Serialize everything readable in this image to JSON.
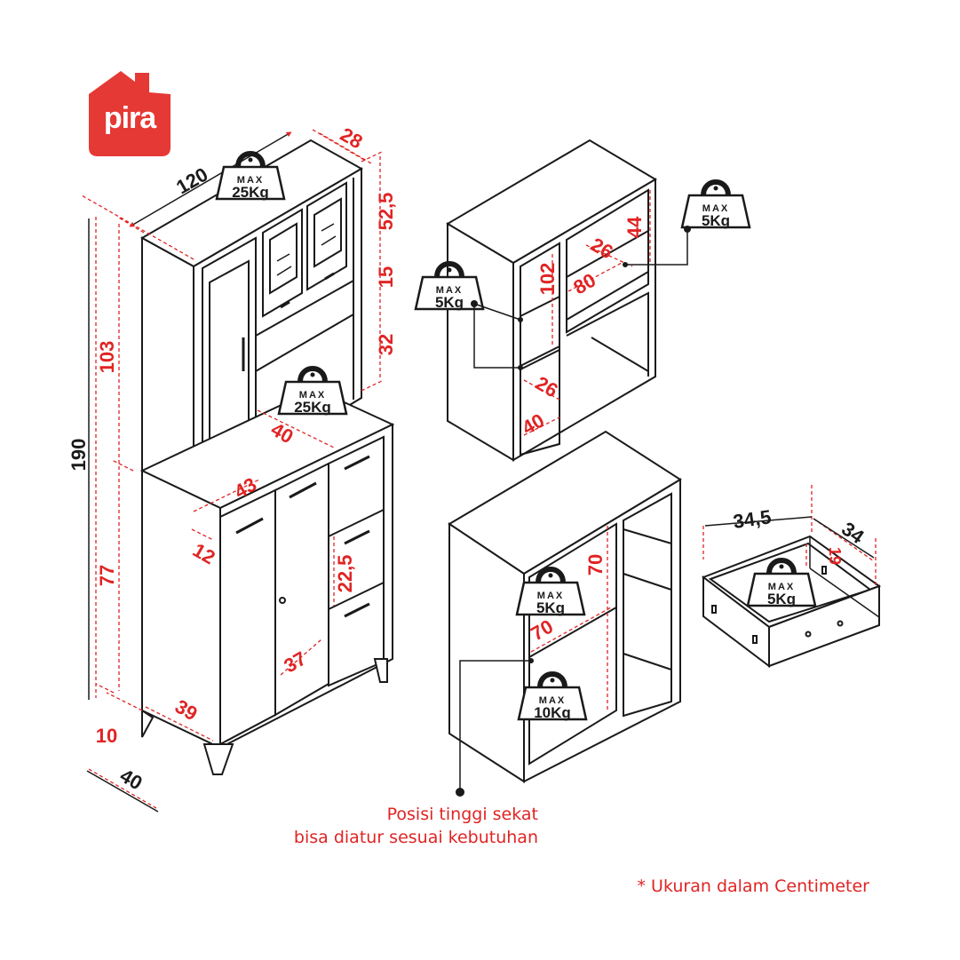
{
  "brand": {
    "name": "pira",
    "color": "#e53935"
  },
  "colors": {
    "accent": "#e02424",
    "line": "#1a1a1a"
  },
  "icons": {
    "weight": "weight-icon",
    "logo": "house-logo-icon"
  },
  "weights": {
    "max_label": "MAX",
    "top_cabinet": "25Kg",
    "middle_shelf": "25Kg",
    "upper_shelf_left": "5Kg",
    "upper_shelf_right": "5Kg",
    "lower_shelf": "5Kg",
    "lower_bottom": "10Kg",
    "drawer": "5Kg"
  },
  "dimensions": {
    "width_total": "120",
    "top_depth": "28",
    "top_height": "52,5",
    "gap_height": "15",
    "shelf_height": "32",
    "upper_height": "103",
    "total_height": "190",
    "lower_height": "77",
    "leg_height": "10",
    "base_depth": "40",
    "counter_width": "40",
    "counter_depth": "43",
    "front_depth": "12",
    "drawer_height": "22,5",
    "door_width": "37",
    "side_width": "39",
    "upper_compartment_height": "102",
    "upper_compartment_width": "80",
    "upper_shelf_depth_top": "26",
    "upper_shelf_depth_bottom": "26",
    "upper_shelf_height": "44",
    "upper_bottom_width": "40",
    "lower_shelf_height": "70",
    "lower_shelf_width": "70",
    "drawer_width": "34,5",
    "drawer_depth": "34",
    "drawer_inner_height": "19"
  },
  "notes": {
    "adjustable_line1": "Posisi tinggi sekat",
    "adjustable_line2": "bisa diatur sesuai kebutuhan",
    "units": "* Ukuran dalam Centimeter"
  }
}
